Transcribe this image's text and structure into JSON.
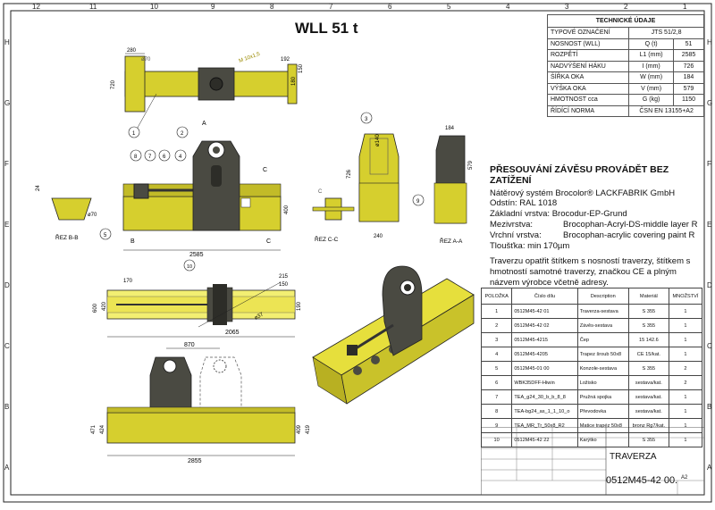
{
  "title": "WLL 51 t",
  "tech": {
    "heading": "TECHNICKÉ ÚDAJE",
    "rows": [
      [
        "TYPOVÉ OZNAČENÍ",
        "JTS 51/2,8",
        ""
      ],
      [
        "NOSNOST (WLL)",
        "Q (t)",
        "51"
      ],
      [
        "ROZPĚTÍ",
        "L1 (mm)",
        "2585"
      ],
      [
        "NADVÝŠENÍ HÁKU",
        "I (mm)",
        "726"
      ],
      [
        "ŠÍŘKA OKA",
        "W (mm)",
        "184"
      ],
      [
        "VÝŠKA OKA",
        "V (mm)",
        "579"
      ],
      [
        "HMOTNOST cca",
        "G (kg)",
        "1150"
      ],
      [
        "ŘÍDÍCÍ NORMA",
        "ČSN EN 13155+A2",
        ""
      ]
    ]
  },
  "info": {
    "heading": "PŘESOUVÁNÍ ZÁVĚSU PROVÁDĚT BEZ ZATÍŽENÍ",
    "lines": [
      "Nátěrový systém Brocolor® LACKFABRIK GmbH",
      "Odstín:  RAL 1018",
      "Základní vrstva: Brocodur-EP-Grund"
    ],
    "coats": [
      [
        "Mezivrstva:",
        "Brocophan-Acryl-DS-middle layer R"
      ],
      [
        "Vrchní vrstva:",
        "Brocophan-acrylic covering paint R"
      ]
    ],
    "thickness": "Tloušťka:  min 170µm",
    "note": "Traverzu opatřit štítkem s nosností traverzy, štítkem s hmotností samotné traverzy, značkou CE a plným názvem výrobce včetně adresy."
  },
  "bom": {
    "headers": [
      "POLOŽKA",
      "Číslo dílu",
      "Description",
      "Materiál",
      "MNOŽSTVÍ"
    ],
    "rows": [
      [
        "1",
        "0512M45-42 01",
        "Traverza-sestava",
        "S 355",
        "1"
      ],
      [
        "2",
        "0512M45-42 02",
        "Závěs-sestava",
        "S 355",
        "1"
      ],
      [
        "3",
        "0512M45-4215",
        "Čep",
        "15 142.6",
        "1"
      ],
      [
        "4",
        "0512M45-4205",
        "Trapez šroub 50x8",
        "CE 15/kat.",
        "1"
      ],
      [
        "5",
        "0512M45-01 00",
        "Konzole-sestava",
        "S 355",
        "2"
      ],
      [
        "6",
        "WBK35DFF-Hiwin",
        "Ložisko",
        "sestava/kat.",
        "2"
      ],
      [
        "7",
        "TEA_g24_30_b_b_8_8",
        "Pružná spojka",
        "sestava/kat.",
        "1"
      ],
      [
        "8",
        "TEA-bg24_as_1_1_10_o",
        "Převodovka",
        "sestava/kat.",
        "1"
      ],
      [
        "9",
        "TEA_MR_Tr_50x8_R2",
        "Matice trapéz 50x8",
        "bronz Rg7/kat.",
        "1"
      ],
      [
        "10",
        "0512M45-42 22",
        "Karýtko",
        "S 355",
        "1"
      ]
    ]
  },
  "titleblock": {
    "name": "TRAVERZA",
    "number": "0512M45-42 00.",
    "size": "A2"
  },
  "labels": {
    "dim_280": "280",
    "dim_720": "720",
    "dim_d70": "ø70",
    "dim_m": "M 10x1,5",
    "dim_192": "192",
    "dim_150": "150",
    "dim_180": "180",
    "dim_2585": "2585",
    "dim_400": "400",
    "dim_24": "24",
    "dim_d70b": "ø70",
    "dim_726": "726",
    "dim_d140": "ø140",
    "dim_184": "184",
    "dim_579": "579",
    "dim_240": "240",
    "dim_170": "170",
    "dim_600": "600",
    "dim_420": "420",
    "dim_215": "215",
    "dim_150b": "150",
    "dim_190": "190",
    "dim_d37": "ø37",
    "dim_2065": "2065",
    "dim_870": "870",
    "dim_471": "471",
    "dim_424": "424",
    "dim_409": "409",
    "dim_419": "419",
    "dim_2855": "2855",
    "sec_bb": "ŘEZ B-B",
    "sec_cc": "ŘEZ C-C",
    "sec_aa": "ŘEZ A-A",
    "m_a": "A",
    "m_b": "B",
    "m_c": "C",
    "c1": "1",
    "c2": "2",
    "c3": "3",
    "c4": "4",
    "c5": "5",
    "c6": "6",
    "c7": "7",
    "c8": "8",
    "c9": "9",
    "c10": "10"
  },
  "grid": {
    "top": [
      "12",
      "11",
      "10",
      "9",
      "8",
      "7",
      "6",
      "5",
      "4",
      "3",
      "2",
      "1"
    ],
    "left": [
      "H",
      "G",
      "F",
      "E",
      "D",
      "C",
      "B",
      "A"
    ]
  },
  "colors": {
    "steel_yellow": "#d6cf2e",
    "dark_steel": "#4a4a42",
    "line": "#222222"
  }
}
